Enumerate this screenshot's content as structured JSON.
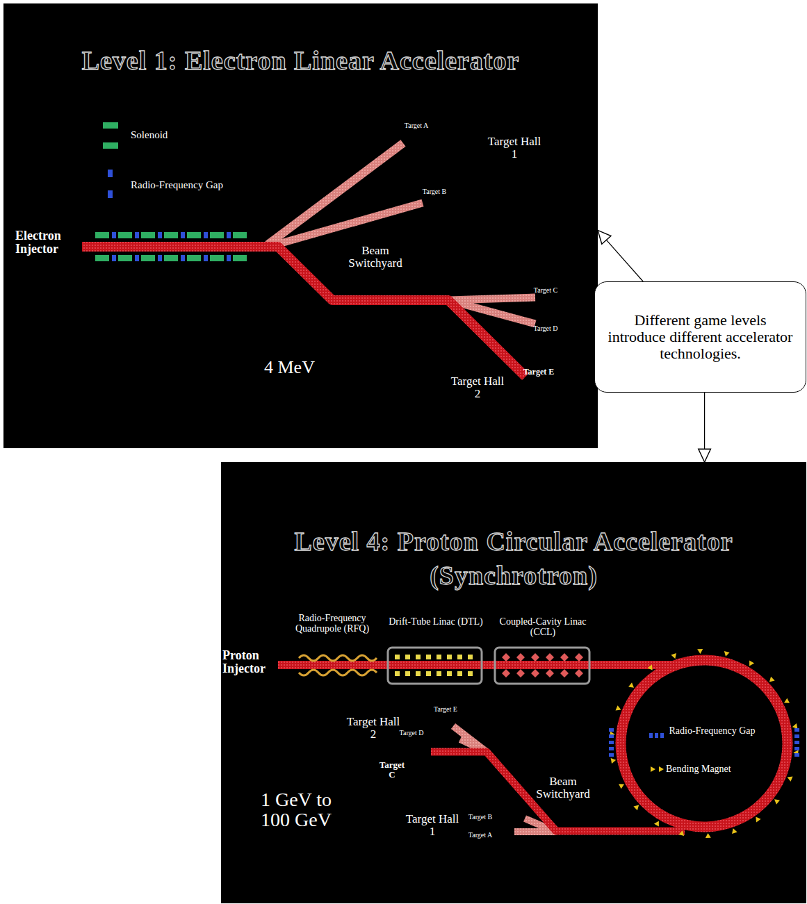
{
  "diagram": {
    "nodes": [
      {
        "text": [
          "Level 1: Electron Linear Accelerator"
        ]
      },
      {
        "text": [
          "Different game levels introduce different accelerator technologies."
        ]
      },
      {
        "text": [
          "Level 4: Proton Circular Accelerator (Synchrotron)"
        ]
      }
    ],
    "edges": [
      {
        "from": 1,
        "to": 0,
        "arrow": "to"
      },
      {
        "from": 1,
        "to": 2,
        "arrow": "to"
      }
    ],
    "labels": [
      "Solenoid",
      "Radio-Frequency Gap",
      "Electron Injector",
      "Target A",
      "Target Hall 1",
      "Target B",
      "Beam Switchyard",
      "Target C",
      "Target D",
      "Target E",
      "Target Hall 2",
      "4 MeV",
      "Radio-Frequency Quadrupole (RFQ)",
      "Drift-Tube Linac (DTL)",
      "Coupled-Cavity Linac (CCL)",
      "Proton Injector",
      "Target Hall 2",
      "Target E",
      "Target D",
      "Target C",
      "Beam Switchyard",
      "Radio-Frequency Gap",
      "Bending Magnet",
      "1 GeV to 100 GeV",
      "Target Hall 1",
      "Target B",
      "Target A"
    ]
  }
}
